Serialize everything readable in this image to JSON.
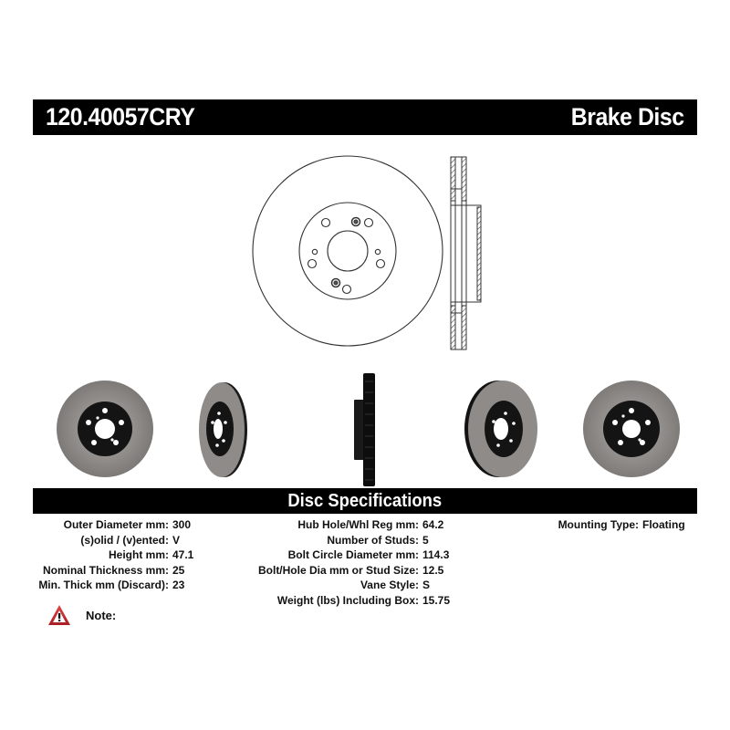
{
  "header": {
    "part_number": "120.40057CRY",
    "product_type": "Brake Disc"
  },
  "diagram": {
    "front_view_icon": "brake-disc-line-drawing",
    "cross_section_icon": "brake-disc-cross-section-drawing"
  },
  "photos": [
    {
      "view": "front",
      "icon": "brake-disc-photo-front"
    },
    {
      "view": "angled-left",
      "icon": "brake-disc-photo-angled-left"
    },
    {
      "view": "side",
      "icon": "brake-disc-photo-side"
    },
    {
      "view": "angled-right",
      "icon": "brake-disc-photo-angled-right"
    },
    {
      "view": "back",
      "icon": "brake-disc-photo-back"
    }
  ],
  "specs": {
    "title": "Disc Specifications",
    "column1": [
      {
        "label": "Outer Diameter mm:",
        "value": "300"
      },
      {
        "label": "(s)olid / (v)ented:",
        "value": "V"
      },
      {
        "label": "Height mm:",
        "value": "47.1"
      },
      {
        "label": "Nominal Thickness mm:",
        "value": "25"
      },
      {
        "label": "Min. Thick mm (Discard):",
        "value": "23"
      }
    ],
    "column2": [
      {
        "label": "Hub Hole/Whl Reg mm:",
        "value": "64.2"
      },
      {
        "label": "Number of Studs:",
        "value": "5"
      },
      {
        "label": "Bolt Circle Diameter mm:",
        "value": "114.3"
      },
      {
        "label": "Bolt/Hole Dia mm or Stud Size:",
        "value": "12.5"
      },
      {
        "label": "Vane Style:",
        "value": "S"
      },
      {
        "label": "Weight (lbs) Including Box:",
        "value": "15.75"
      }
    ],
    "column3": [
      {
        "label": "Mounting Type:",
        "value": "Floating"
      }
    ]
  },
  "note": {
    "icon": "warning-icon",
    "label": "Note:",
    "color": "#c0272d"
  },
  "colors": {
    "bar_bg": "#000000",
    "bar_text": "#ffffff",
    "rotor_face": "#8a8784",
    "hat_black": "#151515"
  }
}
